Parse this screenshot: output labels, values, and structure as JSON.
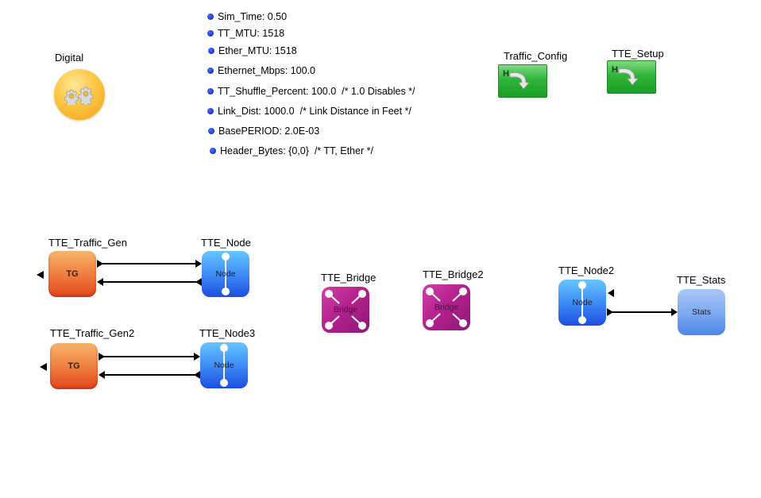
{
  "diagram": {
    "parameters": [
      {
        "name": "Sim_Time",
        "value": "0.50",
        "comment": ""
      },
      {
        "name": "TT_MTU",
        "value": "1518",
        "comment": ""
      },
      {
        "name": "Ether_MTU",
        "value": "1518",
        "comment": ""
      },
      {
        "name": "Ethernet_Mbps",
        "value": "100.0",
        "comment": ""
      },
      {
        "name": "TT_Shuffle_Percent",
        "value": "100.0",
        "comment": "/* 1.0 Disables */"
      },
      {
        "name": "Link_Dist",
        "value": "1000.0",
        "comment": "/* Link Distance in Feet */"
      },
      {
        "name": "BasePERIOD",
        "value": "2.0E-03",
        "comment": ""
      },
      {
        "name": "Header_Bytes",
        "value": "{0,0}",
        "comment": "/* TT, Ether */"
      }
    ],
    "parameter_lines": [
      "Sim_Time: 0.50",
      "TT_MTU: 1518",
      "Ether_MTU: 1518",
      "Ethernet_Mbps: 100.0",
      "TT_Shuffle_Percent: 100.0  /* 1.0 Disables */",
      "Link_Dist: 1000.0  /* Link Distance in Feet */",
      "BasePERIOD: 2.0E-03",
      "Header_Bytes: {0,0}  /* TT, Ether */"
    ],
    "blocks": {
      "digital": {
        "label": "Digital",
        "icon": "gears-icon"
      },
      "traffic_config": {
        "label": "Traffic_Config",
        "icon": "hierarchical-block-icon",
        "glyph": "H"
      },
      "tte_setup": {
        "label": "TTE_Setup",
        "icon": "hierarchical-block-icon",
        "glyph": "H"
      },
      "tte_traffic_gen": {
        "label": "TTE_Traffic_Gen",
        "text": "TG"
      },
      "tte_node": {
        "label": "TTE_Node",
        "text": "Node"
      },
      "tte_traffic_gen2": {
        "label": "TTE_Traffic_Gen2",
        "text": "TG"
      },
      "tte_node3": {
        "label": "TTE_Node3",
        "text": "Node"
      },
      "tte_bridge": {
        "label": "TTE_Bridge",
        "text": "Bridge"
      },
      "tte_bridge2": {
        "label": "TTE_Bridge2",
        "text": "Bridge"
      },
      "tte_node2": {
        "label": "TTE_Node2",
        "text": "Node"
      },
      "tte_stats": {
        "label": "TTE_Stats",
        "text": "Stats"
      }
    },
    "connections": [
      {
        "from": "tte_traffic_gen",
        "to": "tte_node"
      },
      {
        "from": "tte_node",
        "to": "tte_traffic_gen"
      },
      {
        "from": "tte_traffic_gen2",
        "to": "tte_node3"
      },
      {
        "from": "tte_node3",
        "to": "tte_traffic_gen2"
      },
      {
        "from": "tte_node2",
        "to": "tte_stats"
      }
    ],
    "colors": {
      "param_bullet": "#0a1fb0",
      "tg_block": "#ee7a3e",
      "node_block": "#3f8cf6",
      "bridge_block": "#b21f8c",
      "stats_block": "#7fabef",
      "hier_block": "#2fb53a",
      "digital_block": "#fcc640",
      "wire": "#000000"
    }
  }
}
